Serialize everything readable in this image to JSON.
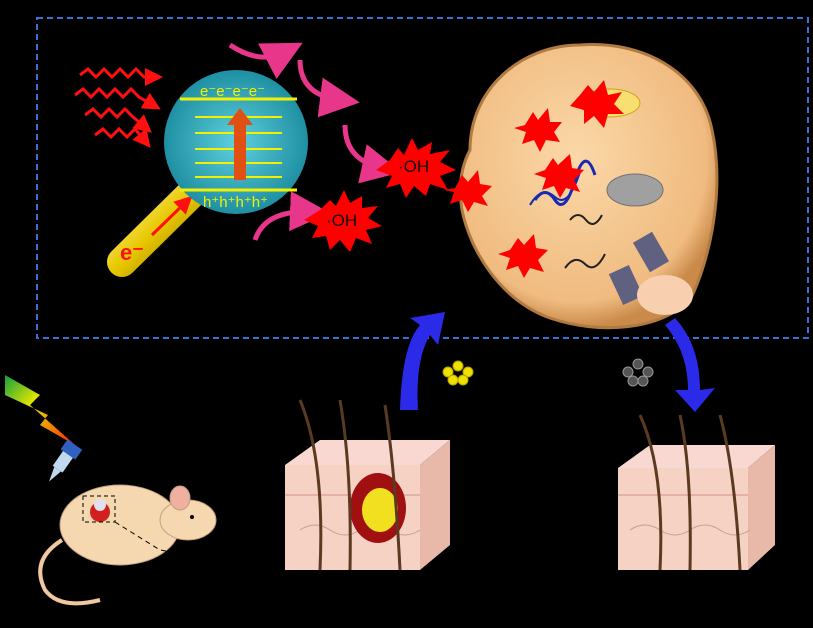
{
  "labels": {
    "conduction_band": "e⁻e⁻e⁻e⁻",
    "valence_band": "h⁺h⁺h⁺h⁺",
    "rod_electron": "e⁻",
    "radical_1": "·OH",
    "radical_2": "·OH"
  },
  "colors": {
    "background": "#000000",
    "dashed_border": "#3a6fd8",
    "radical_star": "#ff0000",
    "band_lines": "#f2f200",
    "nanoparticle": "#3cb8c8",
    "cell": "#f5c890",
    "blue_arrow": "#2a2ae8",
    "pink_arrow": "#e8368a",
    "gold_rod": "#e8c800"
  }
}
